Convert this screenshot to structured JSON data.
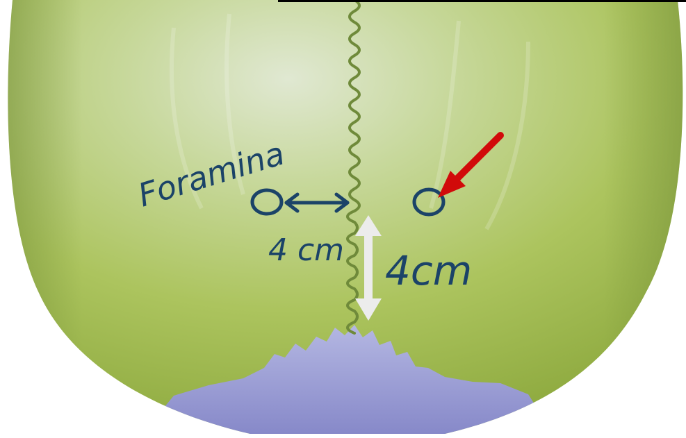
{
  "annotations": {
    "foramina_label": "Foramina",
    "horizontal_distance": "4 cm",
    "vertical_distance": "4cm"
  },
  "colors": {
    "bone_green": "#a9c25a",
    "bone_light": "#d3e0c0",
    "suture_dark": "#6f8a3a",
    "occipital_purple": "#9c9ed6",
    "ink_navy": "#1b4368",
    "pointer_red": "#d10a0a",
    "arrow_white": "#ececec",
    "frame_black": "#000000"
  },
  "icons": {
    "pointer": "red-arrow-icon",
    "measure_h": "double-arrow-horizontal-icon",
    "measure_v": "double-arrow-vertical-icon"
  }
}
